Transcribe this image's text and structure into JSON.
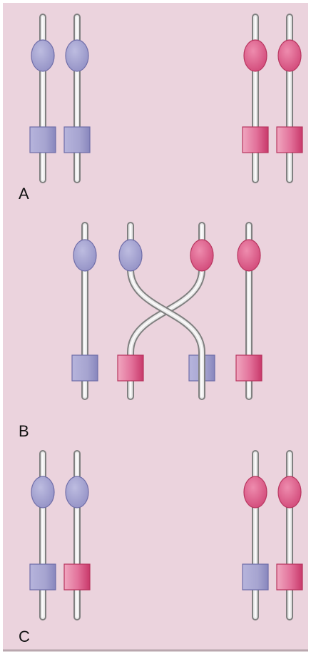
{
  "colors": {
    "background": "#ebd3dd",
    "border": "#b9a7ae",
    "blue_fill": "#a8a6d2",
    "blue_stroke": "#6f6da8",
    "pink_fill": "#dc5f8a",
    "pink_stroke": "#b8355f",
    "rod_light": "#f4f4f4",
    "rod_dark": "#7d7d7d"
  },
  "panels": [
    {
      "id": "A",
      "label": "A",
      "layout": "parallel",
      "chromatids": [
        {
          "parts": [
            "blue",
            "blue"
          ]
        },
        {
          "parts": [
            "blue",
            "blue"
          ]
        },
        {
          "parts": [
            "pink",
            "pink"
          ]
        },
        {
          "parts": [
            "pink",
            "pink"
          ]
        }
      ]
    },
    {
      "id": "B",
      "label": "B",
      "layout": "crossover",
      "chromatids": [
        {
          "parts": [
            "blue",
            "blue"
          ]
        },
        {
          "parts": [
            "blue",
            "pink"
          ]
        },
        {
          "parts": [
            "pink",
            "blue"
          ]
        },
        {
          "parts": [
            "pink",
            "pink"
          ]
        }
      ]
    },
    {
      "id": "C",
      "label": "C",
      "layout": "parallel",
      "chromatids": [
        {
          "parts": [
            "blue",
            "blue"
          ]
        },
        {
          "parts": [
            "blue",
            "pink"
          ]
        },
        {
          "parts": [
            "pink",
            "blue"
          ]
        },
        {
          "parts": [
            "pink",
            "pink"
          ]
        }
      ]
    }
  ]
}
